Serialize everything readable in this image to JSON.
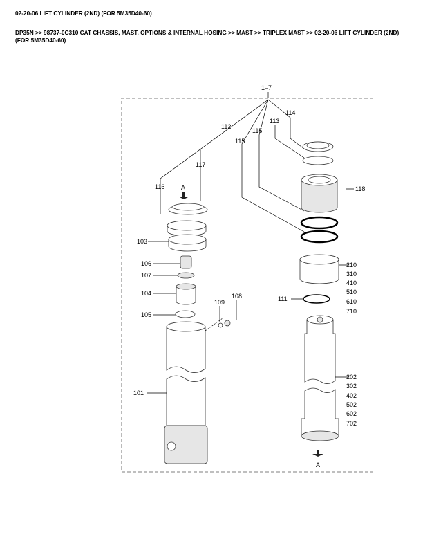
{
  "page_title": "02-20-06 LIFT CYLINDER (2ND) (FOR 5M35D40-60)",
  "breadcrumb": "DP35N >> 98737-0C310 CAT CHASSIS, MAST, OPTIONS & INTERNAL HOSING >> MAST >> TRIPLEX MAST >> 02-20-06 LIFT CYLINDER (2ND) (FOR 5M35D40-60)",
  "diagram": {
    "callouts": {
      "assembly": "1–7",
      "c114": "114",
      "c113": "113",
      "c112": "112",
      "c115a": "115",
      "c115b": "115",
      "c117": "117",
      "c116": "116",
      "c118": "118",
      "c103": "103",
      "c106": "106",
      "c107": "107",
      "c104": "104",
      "c105": "105",
      "c109": "109",
      "c108": "108",
      "c111": "111",
      "c101": "101",
      "arrow_top": "A",
      "arrow_bottom": "A"
    },
    "stack_210": [
      "210",
      "310",
      "410",
      "510",
      "610",
      "710"
    ],
    "stack_202": [
      "202",
      "302",
      "402",
      "502",
      "602",
      "702"
    ]
  }
}
